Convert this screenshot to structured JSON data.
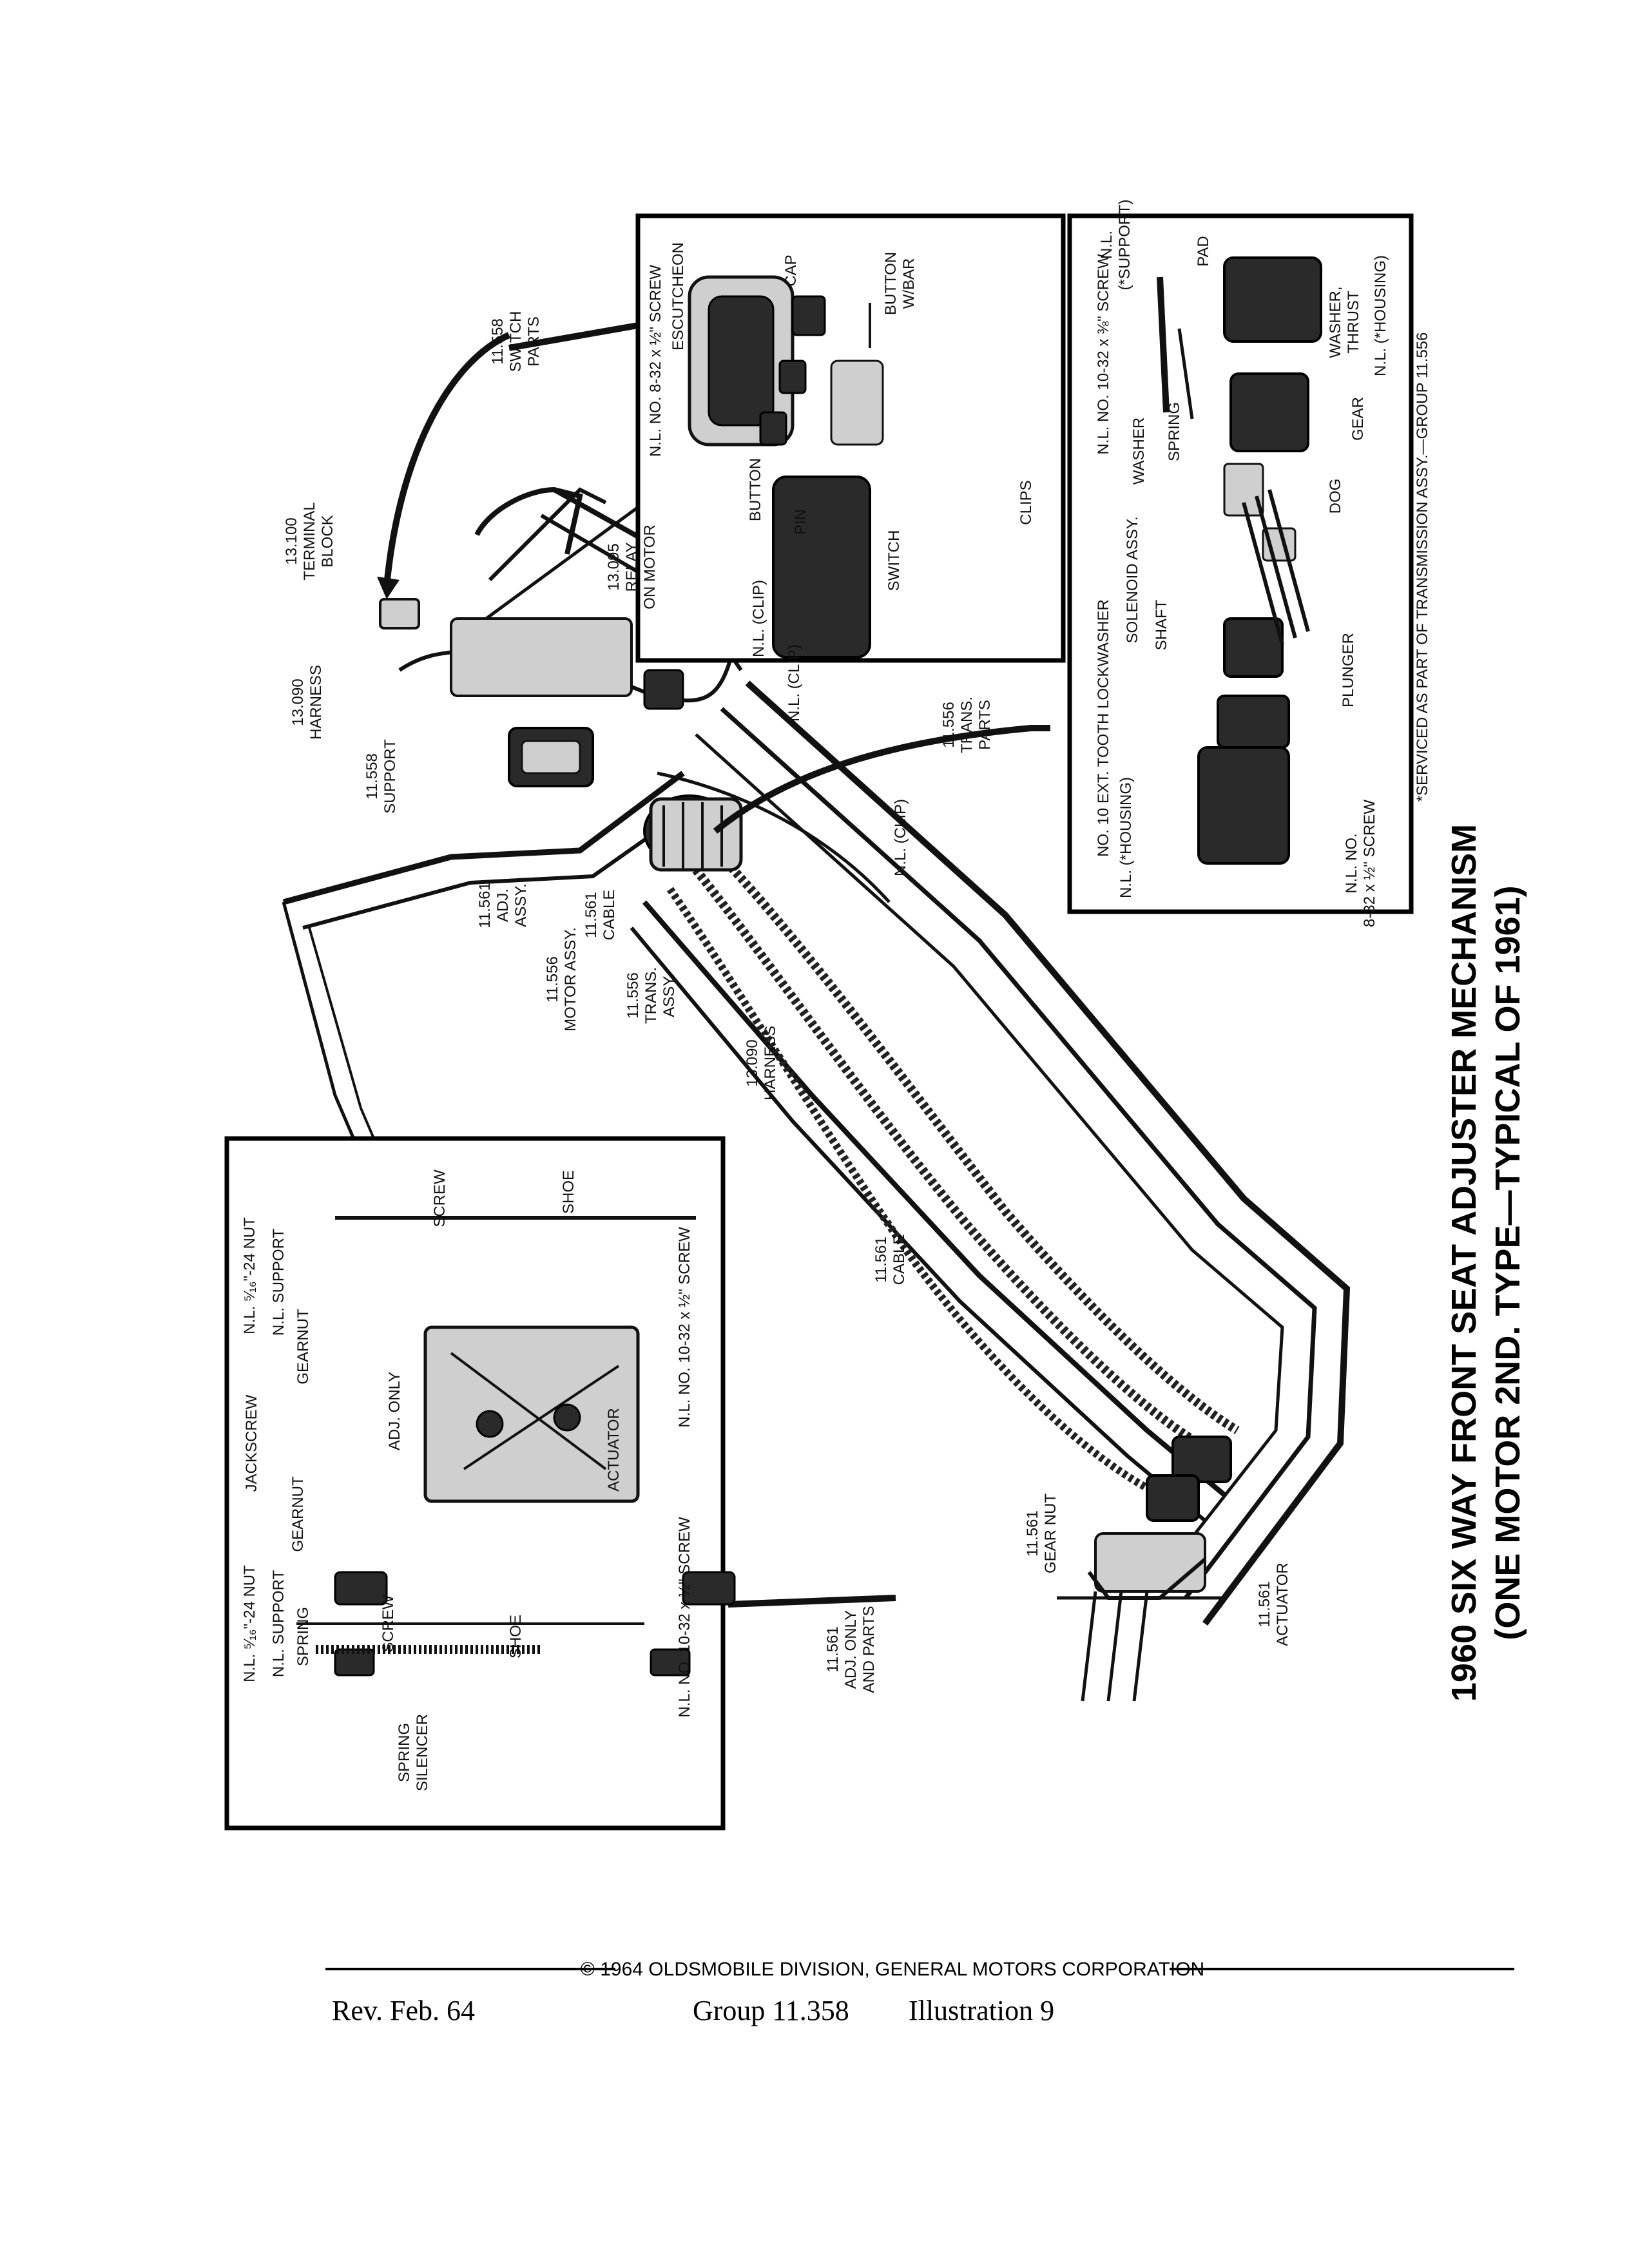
{
  "title": {
    "line1": "1960 SIX WAY FRONT SEAT ADJUSTER MECHANISM",
    "line2": "(ONE MOTOR 2ND. TYPE—TYPICAL OF 1961)"
  },
  "serviced_note": "*SERVICED AS PART OF TRANSMISSION ASSY.—GROUP 11.556",
  "footer": {
    "copyright": "© 1964 OLDSMOBILE DIVISION, GENERAL MOTORS CORPORATION",
    "revision": "Rev. Feb. 64",
    "group": "Group 11.358",
    "illustration": "Illustration 9"
  },
  "callouts": {
    "c1": "11.558",
    "c1b": "SWITCH",
    "c1c": "PARTS",
    "c2": "13.100",
    "c2b": "TERMINAL",
    "c2c": "BLOCK",
    "c3": "13.095",
    "c3b": "RELAY",
    "c3c": "ON MOTOR",
    "c4": "13.090",
    "c4b": "HARNESS",
    "c5": "11.558",
    "c5b": "SUPPORT",
    "c6": "N.L. (CLIP)",
    "c7": "N.L. (CLIP)",
    "c8": "11.556",
    "c8b": "TRANS.",
    "c8c": "PARTS",
    "c9": "N.L. (CLIP)",
    "c10": "11.561",
    "c10b": "ADJ.",
    "c10c": "ASSY.",
    "c11": "11.556",
    "c11b": "MOTOR ASSY.",
    "c12": "11.561",
    "c12b": "CABLE",
    "c13": "11.556",
    "c13b": "TRANS.",
    "c13c": "ASSY.",
    "c14": "13.090",
    "c14b": "HARNESS",
    "c15": "11.561",
    "c15b": "CABLE",
    "c16": "11.561",
    "c16b": "GEAR NUT",
    "c17": "11.561",
    "c17b": "ACTUATOR",
    "c18": "11.561",
    "c18b": "ADJ. ONLY",
    "c18c": "AND PARTS"
  },
  "switch_inset": {
    "l1": "N.L. NO. 8-32 x ½\" SCREW",
    "l2": "ESCUTCHEON",
    "l3": "CAP",
    "l4": "BUTTON",
    "l4b": "W/BAR",
    "l5": "BUTTON",
    "l6": "PIN",
    "l7": "SWITCH",
    "l8": "CLIPS"
  },
  "trans_inset": {
    "l1": "NO. 10 EXT. TOOTH LOCKWASHER",
    "l2": "N.L. NO. 10-32 x ⅜\" SCREW",
    "l3": "N.L.",
    "l3b": "(*SUPPORT)",
    "l4": "PAD",
    "l5": "N.L. (*HOUSING)",
    "l6": "SOLENOID ASSY.",
    "l7": "WASHER",
    "l8": "SPRING",
    "l9": "WASHER,",
    "l9b": "THRUST",
    "l10": "N.L. (*HOUSING)",
    "l11": "SHAFT",
    "l12": "DOG",
    "l13": "GEAR",
    "l14": "N.L. NO.",
    "l14b": "8-32 x ½\" SCREW",
    "l15": "PLUNGER"
  },
  "adj_inset": {
    "l1": "N.L. ⁵⁄₁₆\"-24 NUT",
    "l2": "N.L. SUPPORT",
    "l3": "GEARNUT",
    "l4": "SCREW",
    "l5": "SHOE",
    "l6": "JACKSCREW",
    "l7": "ADJ. ONLY",
    "l8": "N.L. NO. 10-32 x ½\" SCREW",
    "l9": "ACTUATOR",
    "l10": "GEARNUT",
    "l11": "N.L. ⁵⁄₁₆\"-24 NUT",
    "l12": "N.L. SUPPORT",
    "l13": "SPRING",
    "l14": "SCREW",
    "l15": "SHOE",
    "l16": "N.L. NO. 10-32 x ½\" SCREW",
    "l17": "SPRING",
    "l17b": "SILENCER"
  }
}
